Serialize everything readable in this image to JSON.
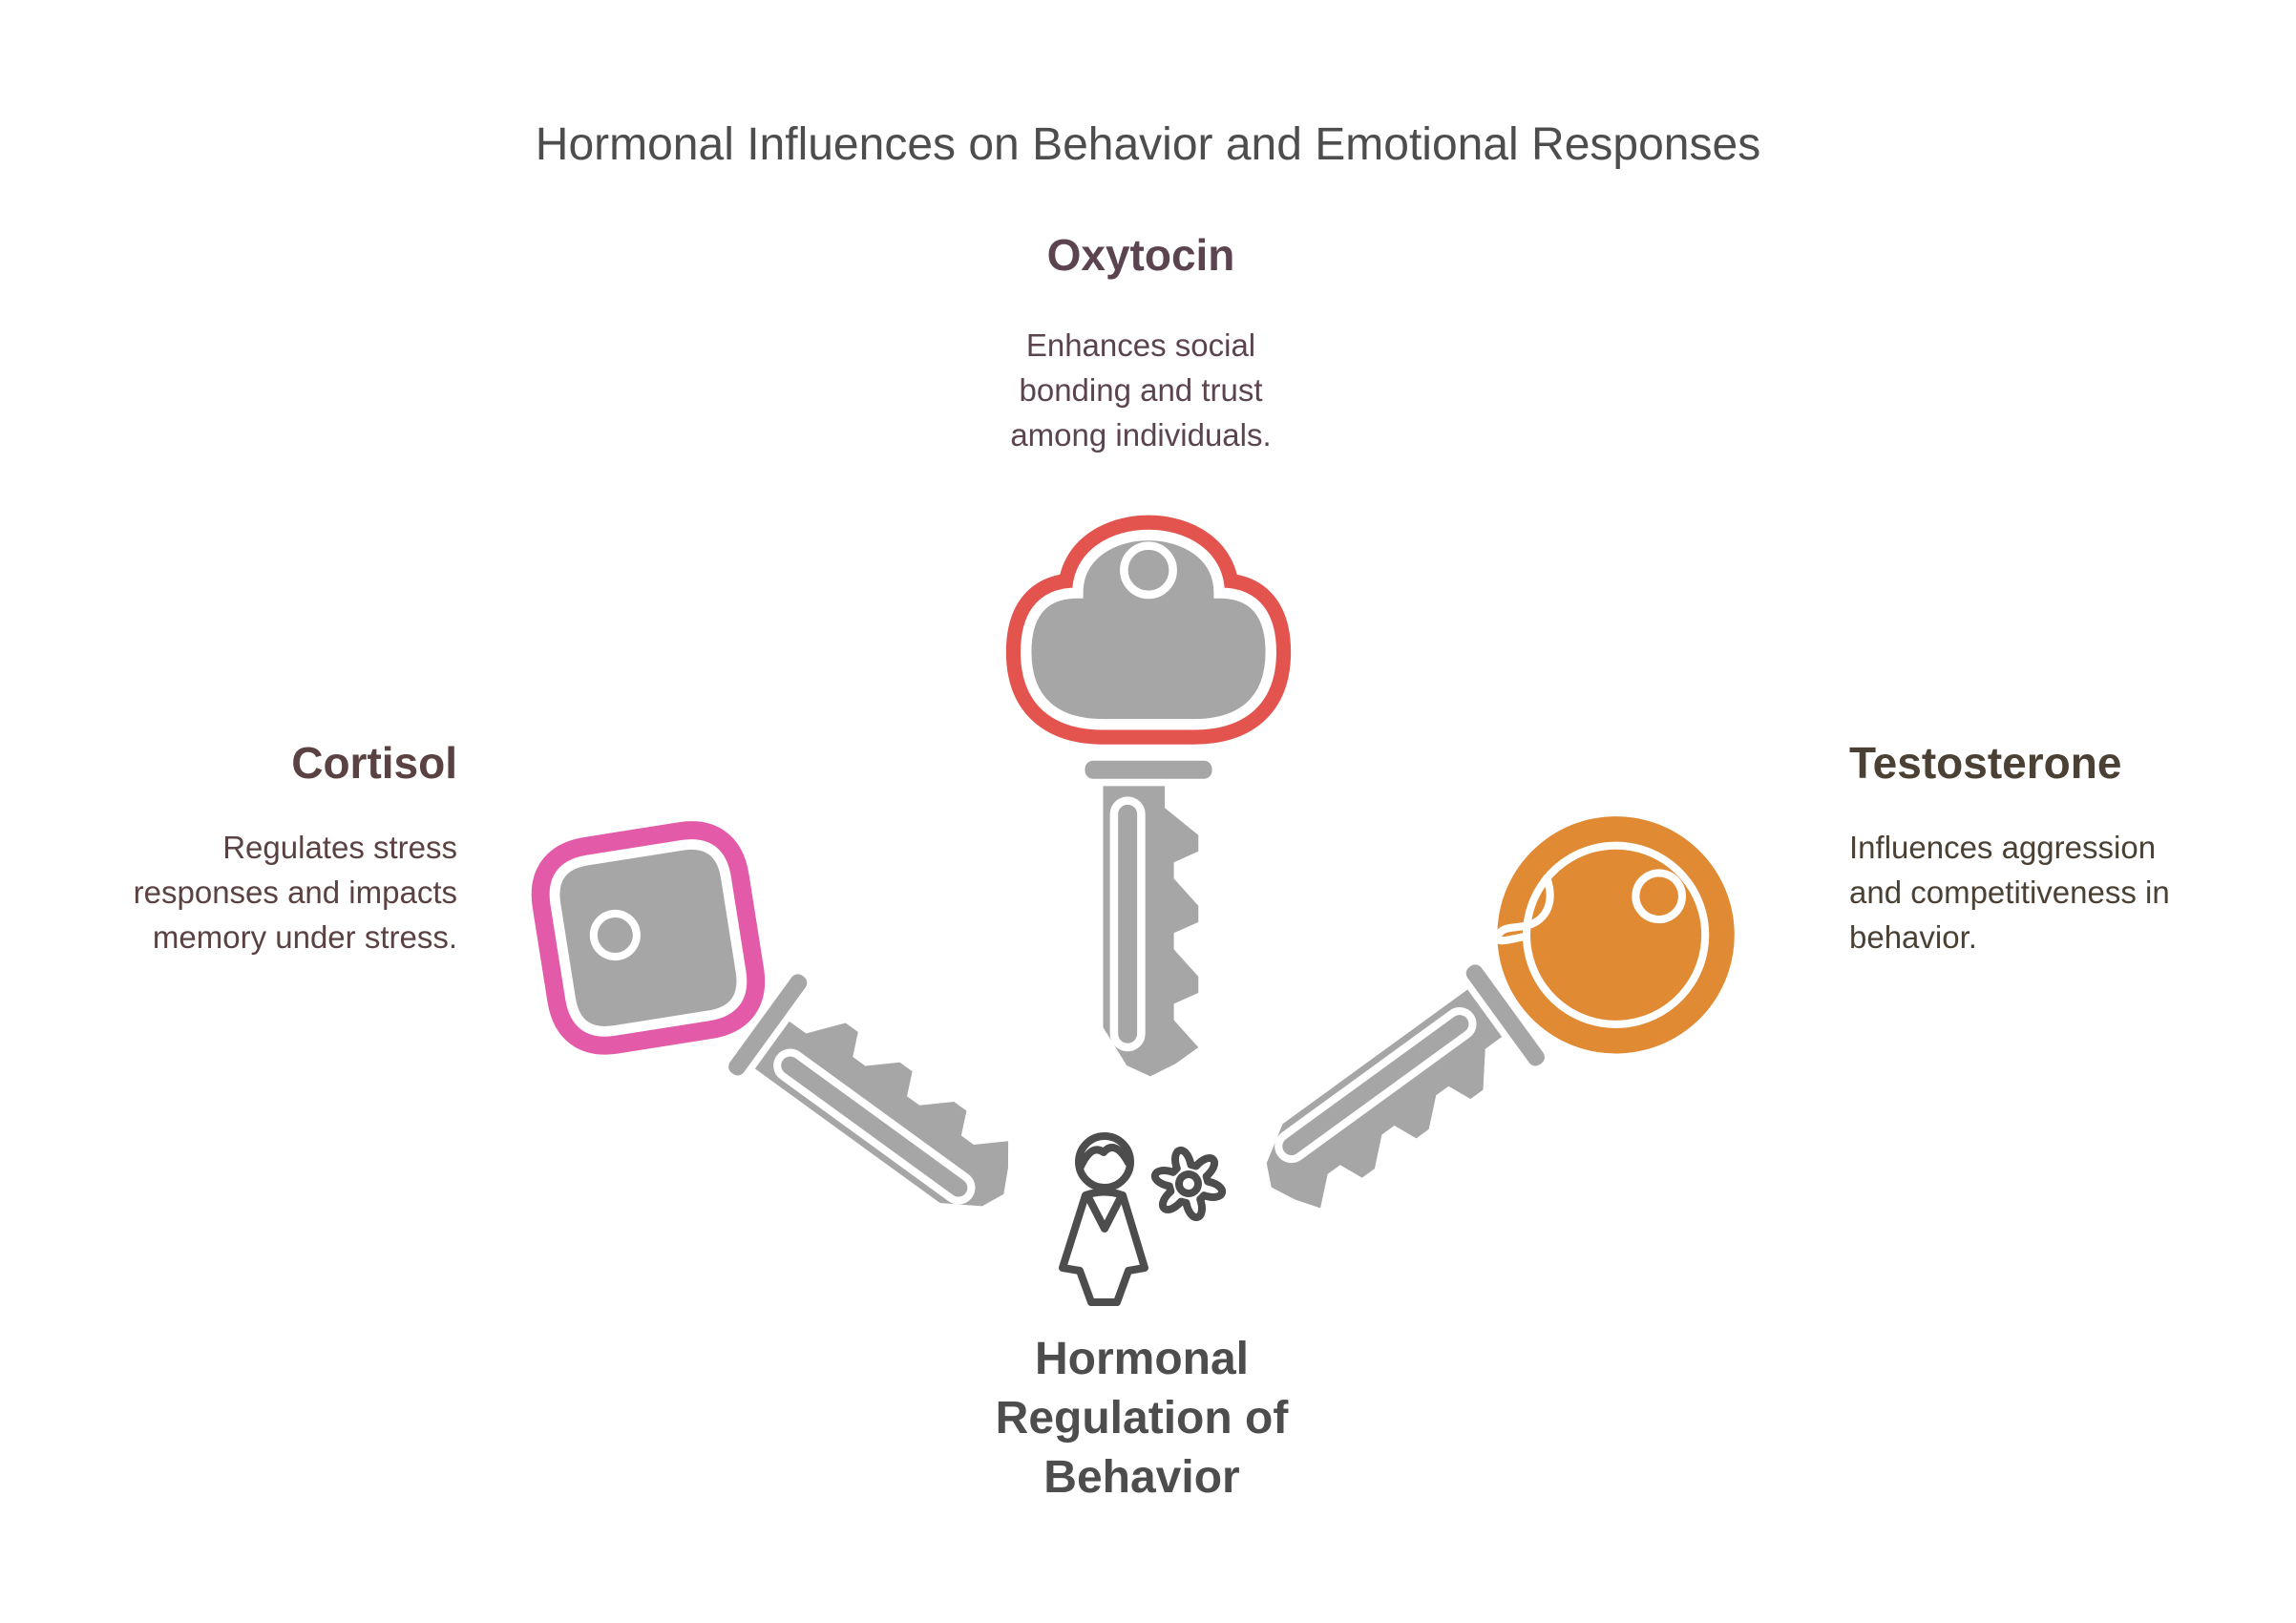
{
  "title": "Hormonal Influences on Behavior and Emotional Responses",
  "center_label": "Hormonal Regulation of Behavior",
  "center_icon": "person-gear-icon",
  "sections": {
    "oxytocin": {
      "name": "Oxytocin",
      "description": "Enhances social bonding and trust among individuals.",
      "accent": "#e4544e",
      "text_color": "#5b4450",
      "icon": "oxytocin-key-icon"
    },
    "cortisol": {
      "name": "Cortisol",
      "description": "Regulates stress responses and impacts memory under stress.",
      "accent": "#e25aa8",
      "text_color": "#5b4242",
      "icon": "cortisol-key-icon"
    },
    "testosterone": {
      "name": "Testosterone",
      "description": "Influences aggression and competitiveness in behavior.",
      "accent": "#e08a33",
      "text_color": "#4b4034",
      "icon": "testosterone-key-icon"
    }
  },
  "colors": {
    "background": "#ffffff",
    "key_gray": "#a6a6a6",
    "icon_stroke": "#4d4d4d",
    "title_color": "#4d4d4d"
  }
}
